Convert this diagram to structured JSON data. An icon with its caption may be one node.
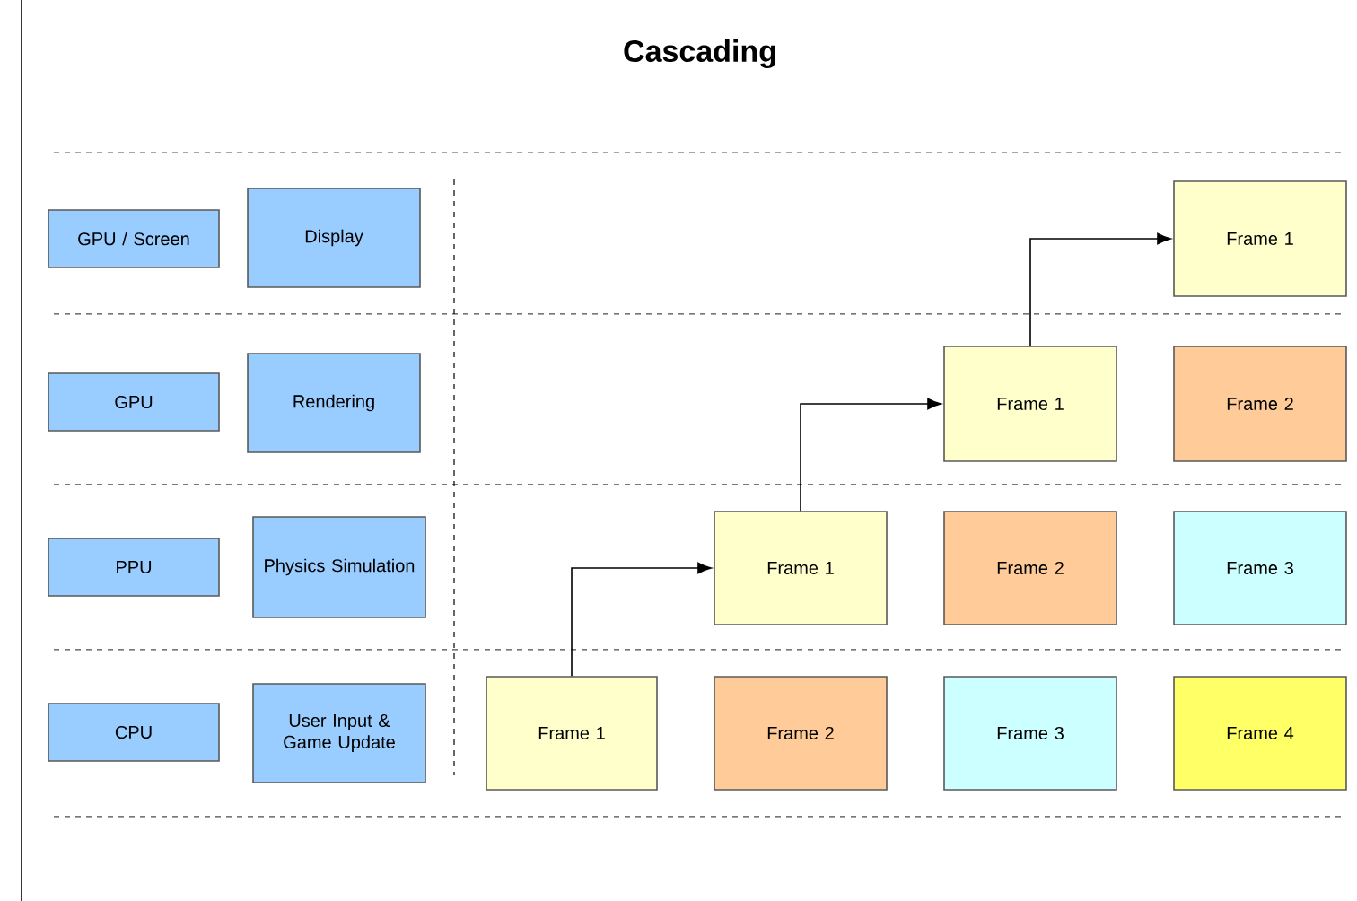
{
  "diagram": {
    "title": "Cascading",
    "nodes": [
      {
        "text": [
          "GPU / Screen"
        ]
      },
      {
        "text": [
          "Display"
        ]
      },
      {
        "text": [
          "Frame 1"
        ]
      },
      {
        "text": [
          "GPU"
        ]
      },
      {
        "text": [
          "Rendering"
        ]
      },
      {
        "text": [
          "Frame 1"
        ]
      },
      {
        "text": [
          "Frame 2"
        ]
      },
      {
        "text": [
          "PPU"
        ]
      },
      {
        "text": [
          "Physics Simulation"
        ]
      },
      {
        "text": [
          "Frame 1"
        ]
      },
      {
        "text": [
          "Frame 2"
        ]
      },
      {
        "text": [
          "Frame 3"
        ]
      },
      {
        "text": [
          "CPU"
        ]
      },
      {
        "text": [
          "User Input & Game Update"
        ]
      },
      {
        "text": [
          "Frame 1"
        ]
      },
      {
        "text": [
          "Frame 2"
        ]
      },
      {
        "text": [
          "Frame 3"
        ]
      },
      {
        "text": [
          "Frame 4"
        ]
      }
    ],
    "edges": [
      {
        "from": 14,
        "to": 9,
        "arrow": "to"
      },
      {
        "from": 9,
        "to": 5,
        "arrow": "to"
      },
      {
        "from": 5,
        "to": 2,
        "arrow": "to"
      }
    ]
  }
}
